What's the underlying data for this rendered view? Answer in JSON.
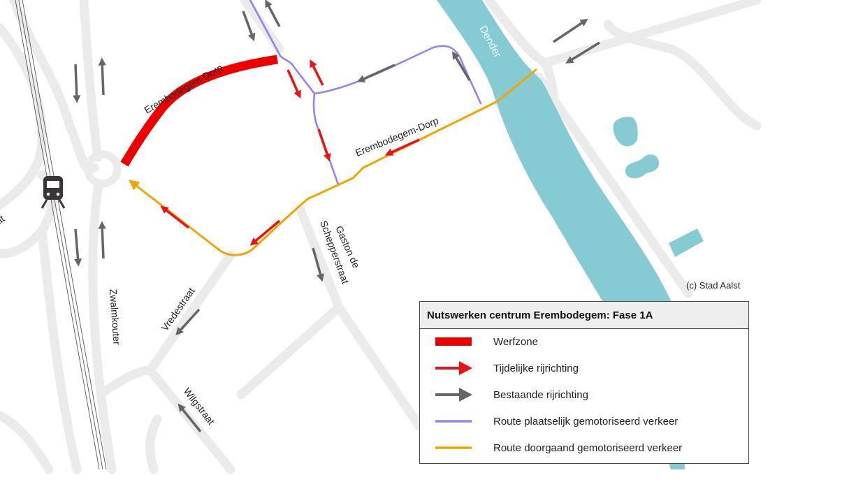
{
  "map": {
    "copyright": "(c) Stad Aalst",
    "river_label": "Dender",
    "colors": {
      "road": "#ebebeb",
      "river": "#86cbd3",
      "worksite": "#ee0000",
      "temporary_direction": "#ee1111",
      "existing_direction": "#666666",
      "local_route": "#9b7ef0",
      "through_route": "#f0a500"
    },
    "street_labels": {
      "erembodegem_dorp_west": "Erembodegem-Dorp",
      "erembodegem_dorp_east": "Erembodegem-Dorp",
      "gaston_line1": "Gaston de",
      "gaston_line2": "Schepperstraat",
      "vredestraat": "Vredestraat",
      "zwalmkouter": "Zwalmkouter",
      "wilgstraat": "Wilgstraat",
      "partial_left": "at"
    },
    "icons": {
      "train": "train-station-icon"
    }
  },
  "legend": {
    "title": "Nutswerken centrum Erembodegem:  Fase 1A",
    "items": [
      {
        "symbol": "red-bar",
        "label": "Werfzone"
      },
      {
        "symbol": "red-arrow",
        "label": "Tijdelijke rijrichting"
      },
      {
        "symbol": "gray-arrow",
        "label": "Bestaande rijrichting"
      },
      {
        "symbol": "purple-line",
        "label": "Route plaatselijk gemotoriseerd verkeer"
      },
      {
        "symbol": "orange-line",
        "label": "Route doorgaand gemotoriseerd verkeer"
      }
    ]
  }
}
